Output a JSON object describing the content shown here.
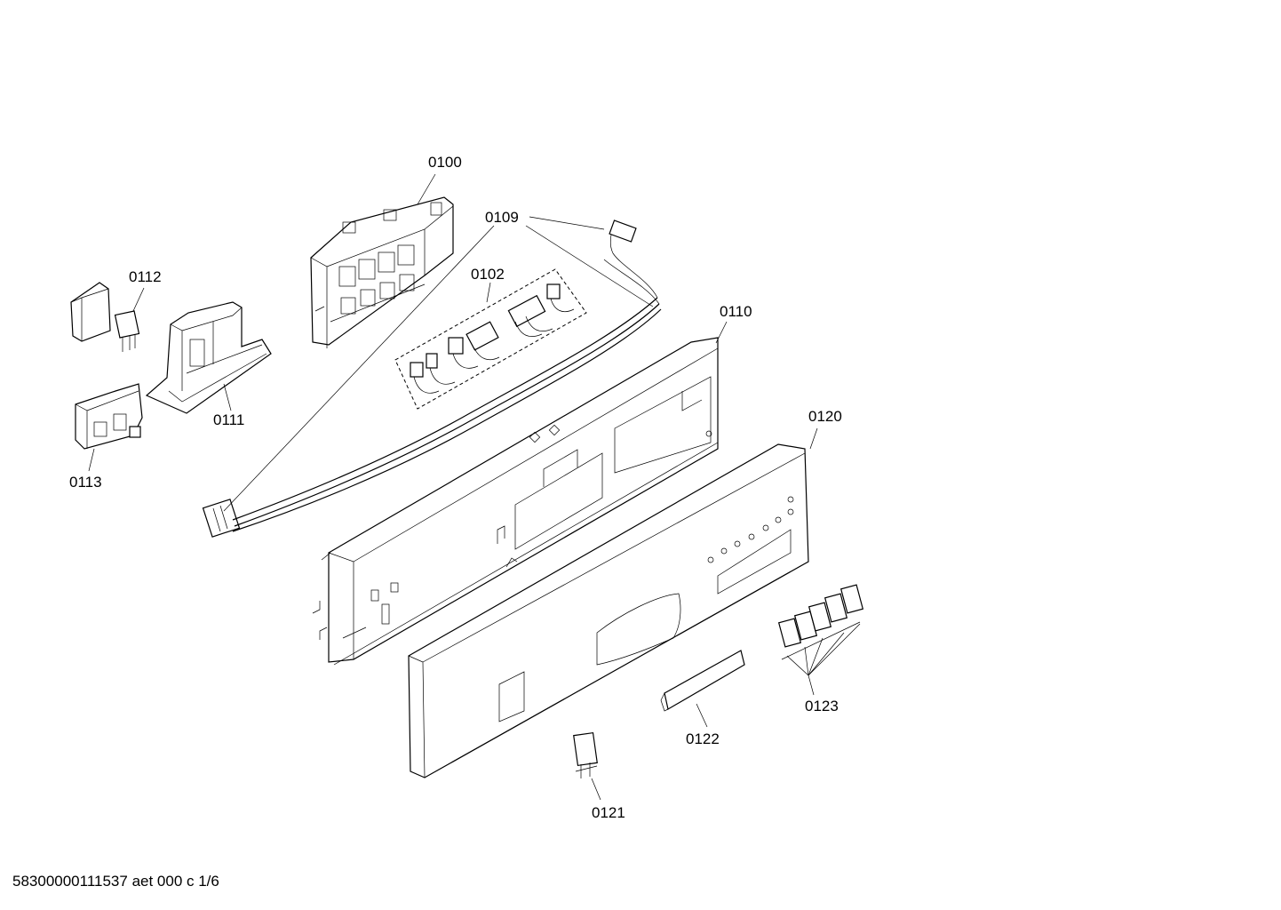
{
  "diagram": {
    "parts": [
      {
        "id": "p0100",
        "label": "0100"
      },
      {
        "id": "p0109",
        "label": "0109"
      },
      {
        "id": "p0102",
        "label": "0102"
      },
      {
        "id": "p0112",
        "label": "0112"
      },
      {
        "id": "p0110",
        "label": "0110"
      },
      {
        "id": "p0111",
        "label": "0111"
      },
      {
        "id": "p0113",
        "label": "0113"
      },
      {
        "id": "p0120",
        "label": "0120"
      },
      {
        "id": "p0123",
        "label": "0123"
      },
      {
        "id": "p0122",
        "label": "0122"
      },
      {
        "id": "p0121",
        "label": "0121"
      }
    ]
  },
  "footer": {
    "text": "58300000111537 aet 000 c 1/6"
  }
}
